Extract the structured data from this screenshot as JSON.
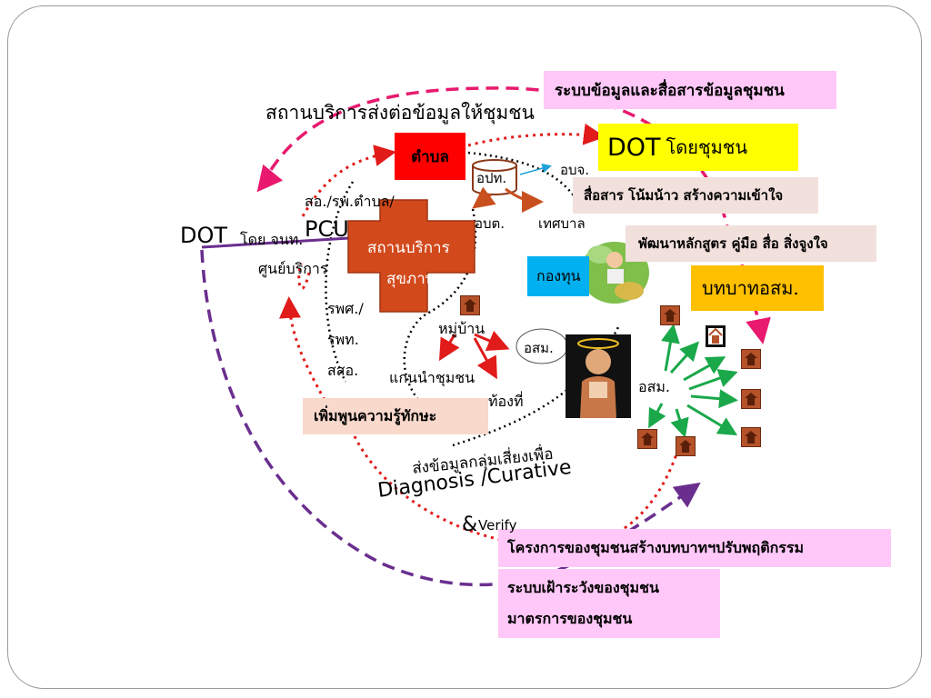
{
  "labels": {
    "top_service": "สถานบริการส่งต่อข้อมูลให้ชุมชน",
    "tambon": "ตำบล",
    "opt": "อปท.",
    "obj": "อบจ.",
    "obt": "อบต.",
    "municipality": "เทศบาล",
    "so_hospital": "สอ./รพ.ตำบล/",
    "pcu": "PCU",
    "dot_left": "DOT",
    "dot_left_thai": "โดย จนท.",
    "service_center": "ศูนย์บริการ",
    "health_service_1": "สถานบริการ",
    "health_service_2": "สุขภาพ",
    "fund": "กองทุน",
    "rps": "รพศ./",
    "rpt": "รพท.",
    "sso": "สสอ.",
    "village": "หมู่บ้าน",
    "osm_bubble": "อสม.",
    "leader": "แกนนำชุมชน",
    "local": "ท้องที่",
    "osm_right": "อสม.",
    "risk_group": "ส่งข้อมูลกลุ่มเสี่ยงเพื่อ",
    "diagnosis": "Diagnosis /Curative",
    "verify_amp": "&",
    "verify": "Verify"
  },
  "boxes": {
    "info_system": "ระบบข้อมูลและสื่อสารข้อมูลชุมชน",
    "dot_community": "DOT",
    "dot_community_thai": "โดยชุมชน",
    "communicate": "สื่อสาร โน้มน้าว สร้างความเข้าใจ",
    "develop": "พัฒนาหลักสูตร คู่มือ สื่อ สิ่งจูงใจ",
    "role": "บทบาทอสม.",
    "skills": "เพิ่มพูนความรู้ทักษะ",
    "projects": "โครงการของชุมชนสร้างบทบาทฯปรับพฤติกรรม",
    "surveillance": "ระบบเฝ้าระวังของชุมชน",
    "measures": "มาตรการของชุมชน"
  },
  "colors": {
    "magenta_dash": "#e8196e",
    "red_dot": "#e11a1a",
    "purple_dash": "#6a2e8f",
    "green": "#1aa84a",
    "health_cross": "#d2491c",
    "tambon_red": "#ff0000",
    "yellow": "#ffff00",
    "orange": "#ffc000",
    "pink": "#ffc8f8",
    "cyan": "#00b0f0",
    "peach": "#f8d9cc"
  }
}
